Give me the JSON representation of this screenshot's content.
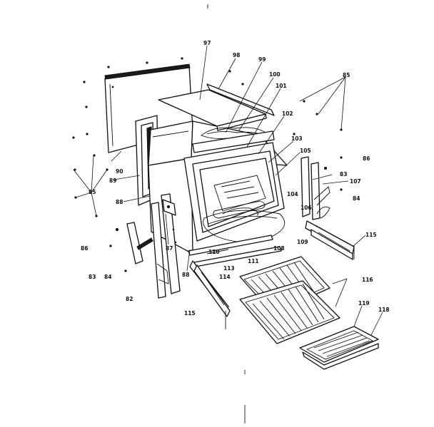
{
  "labels": {
    "l97": "97",
    "l98": "98",
    "l99": "99",
    "l100": "100",
    "l101": "101",
    "l102": "102",
    "l103": "103",
    "l105": "105",
    "l85a": "85",
    "l86a": "86",
    "l83a": "83",
    "l107": "107",
    "l84a": "84",
    "l104": "104",
    "l106": "106",
    "l90": "90",
    "l89": "89",
    "l85b": "85",
    "l88a": "88",
    "l86b": "86",
    "l83b": "83",
    "l84b": "84",
    "l82": "82",
    "l87": "87",
    "l88b": "88",
    "l110": "110",
    "l113": "113",
    "l114": "114",
    "l111": "111",
    "l108": "108",
    "l109": "109",
    "l115a": "115",
    "l115b": "115",
    "l116": "116",
    "l119": "119",
    "l118": "118"
  }
}
